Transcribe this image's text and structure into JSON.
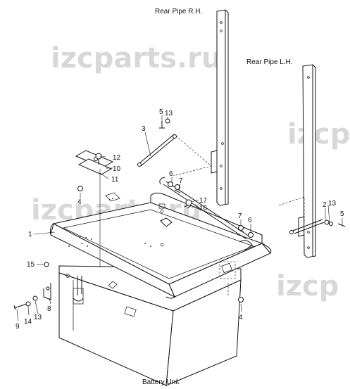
{
  "watermarks": [
    "izcparts.ru",
    "izcparts.ru",
    "izcp",
    "izcp"
  ],
  "titles": {
    "rear_pipe_rh": "Rear Pipe R.H.",
    "rear_pipe_lh": "Rear Pipe L.H.",
    "battery_unit": "Battery Unit"
  },
  "callouts": {
    "c1": "1",
    "c2": "2",
    "c3": "3",
    "c4a": "4",
    "c4b": "4",
    "c5a": "5",
    "c5b": "5",
    "c6a": "6",
    "c6b": "6",
    "c7a": "7",
    "c7b": "7",
    "c8": "8",
    "c9": "9",
    "c10": "10",
    "c11": "11",
    "c12": "12",
    "c13a": "13",
    "c13b": "13",
    "c13c": "13",
    "c14": "14",
    "c15": "15",
    "c16": "16",
    "c17": "17"
  }
}
